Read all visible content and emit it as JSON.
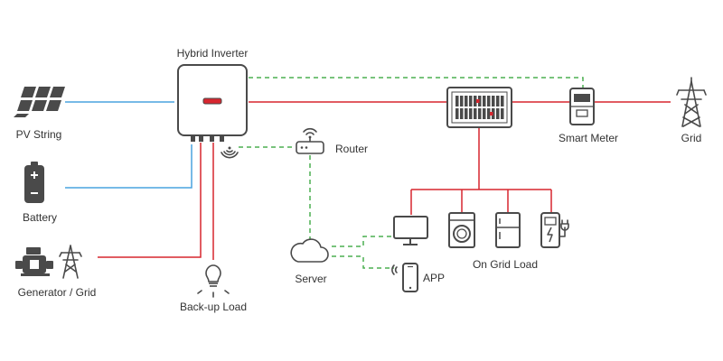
{
  "colors": {
    "ac_line": "#d7262f",
    "dc_line": "#4aa3df",
    "comm_line": "#4caf50",
    "icon": "#4a4a4a",
    "text": "#333333"
  },
  "labels": {
    "hybrid_inverter": "Hybrid Inverter",
    "pv_string": "PV String",
    "battery": "Battery",
    "generator_grid": "Generator / Grid",
    "backup_load": "Back-up Load",
    "router": "Router",
    "server": "Server",
    "app": "APP",
    "on_grid_load": "On Grid Load",
    "smart_meter": "Smart Meter",
    "grid": "Grid"
  },
  "icons": [
    "inverter-icon",
    "solar-panel-icon",
    "battery-icon",
    "generator-icon",
    "transmission-tower-icon",
    "light-bulb-icon",
    "router-icon",
    "cloud-icon",
    "monitor-icon",
    "smartphone-icon",
    "washing-machine-icon",
    "refrigerator-icon",
    "ev-charger-icon",
    "distribution-board-icon",
    "smart-meter-icon",
    "wireless-signal-icon"
  ]
}
